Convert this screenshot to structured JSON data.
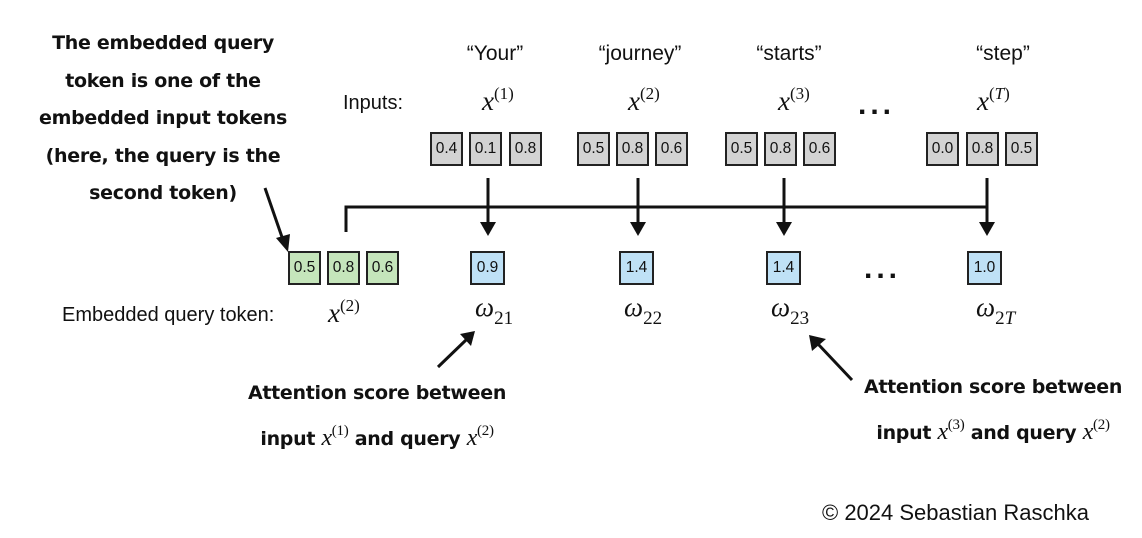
{
  "left_note": {
    "lines": [
      "The embedded query",
      "token is one of the",
      "embedded input tokens",
      "(here, the query is the",
      "second token)"
    ]
  },
  "inputs": {
    "label": "Inputs:",
    "tokens": [
      {
        "word": "“Your”",
        "symbol": "x",
        "index": "(1)",
        "values": [
          "0.4",
          "0.1",
          "0.8"
        ]
      },
      {
        "word": "“journey”",
        "symbol": "x",
        "index": "(2)",
        "values": [
          "0.5",
          "0.8",
          "0.6"
        ]
      },
      {
        "word": "“starts”",
        "symbol": "x",
        "index": "(3)",
        "values": [
          "0.5",
          "0.8",
          "0.6"
        ]
      },
      {
        "word": "“step”",
        "symbol": "x",
        "index": "T",
        "values": [
          "0.0",
          "0.8",
          "0.5"
        ]
      }
    ],
    "ellipsis": "..."
  },
  "query": {
    "label": "Embedded query token:",
    "symbol": "x",
    "index": "(2)",
    "values": [
      "0.5",
      "0.8",
      "0.6"
    ]
  },
  "scores": {
    "items": [
      {
        "value": "0.9",
        "symbol": "ω",
        "sub": "21"
      },
      {
        "value": "1.4",
        "symbol": "ω",
        "sub": "22"
      },
      {
        "value": "1.4",
        "symbol": "ω",
        "sub": "23"
      },
      {
        "value": "1.0",
        "symbol": "ω",
        "sub": "2",
        "sub_italic": "T"
      }
    ],
    "ellipsis": "..."
  },
  "annotations": [
    {
      "line1": "Attention score between",
      "prefix": "input",
      "input_symbol": "x",
      "input_index": "(1)",
      "middle": "and query",
      "query_symbol": "x",
      "query_index": "(2)"
    },
    {
      "line1": "Attention score between",
      "prefix": "input",
      "input_symbol": "x",
      "input_index": "(3)",
      "middle": "and query",
      "query_symbol": "x",
      "query_index": "(2)"
    }
  ],
  "colors": {
    "input_cell": "#d3d3d3",
    "query_cell": "#c5e5bb",
    "score_cell": "#bfe1f6",
    "stroke": "#111111"
  },
  "copyright": "© 2024 Sebastian Raschka"
}
